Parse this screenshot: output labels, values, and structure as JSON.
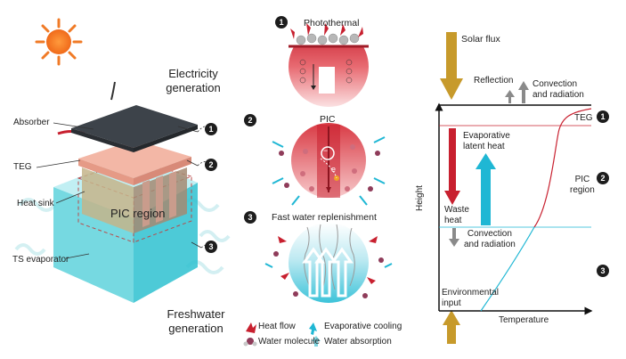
{
  "left_panel": {
    "electricity": "Electricity\ngeneration",
    "freshwater": "Freshwater\ngeneration",
    "absorber": "Absorber",
    "teg": "TEG",
    "heat_sink": "Heat sink",
    "pic_region": "PIC region",
    "ts_evaporator": "TS evaporator",
    "markers": [
      "1",
      "2",
      "3"
    ]
  },
  "middle_panel": {
    "photothermal": "Photothermal",
    "pic": "PIC",
    "replenishment": "Fast water replenishment",
    "markers": [
      "1",
      "2",
      "3"
    ],
    "charge_minus": "−",
    "charge_plus": "+",
    "electron": "e"
  },
  "legend": {
    "heat_flow": "Heat flow",
    "water_molecule": "Water molecule",
    "evaporative_cooling": "Evaporative cooling",
    "water_absorption": "Water absorption"
  },
  "right_panel": {
    "solar_flux": "Solar flux",
    "reflection": "Reflection",
    "convection_top": "Convection\nand radiation",
    "teg": "TEG",
    "evaporative": "Evaporative\nlatent heat",
    "waste_heat": "Waste\nheat",
    "pic_region": "PIC\nregion",
    "convection_mid": "Convection\nand radiation",
    "environmental": "Environmental\ninput",
    "y_axis": "Height",
    "x_axis": "Temperature",
    "markers": [
      "1",
      "2",
      "3"
    ]
  },
  "colors": {
    "red": "#c8202f",
    "cyan": "#1fb7d4",
    "gold": "#c79a2b",
    "grey": "#8a8a8a",
    "dark": "#1d1d1d"
  }
}
